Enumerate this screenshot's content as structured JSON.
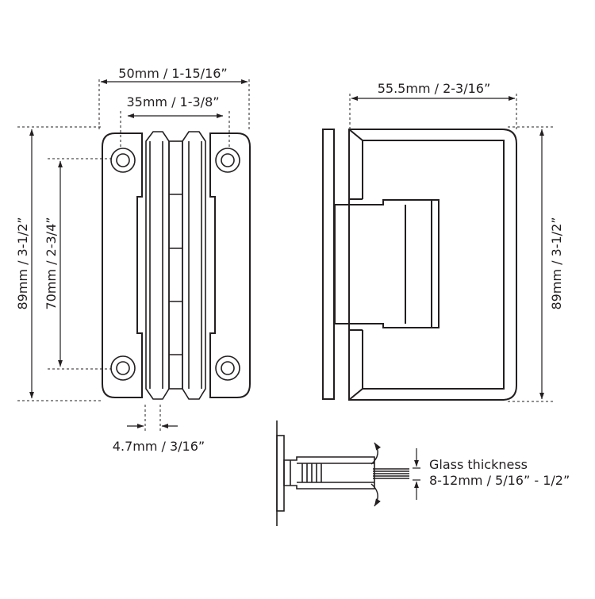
{
  "front_view": {
    "overall_width": "50mm / 1-15/16”",
    "hole_spacing_width": "35mm / 1-3/8”",
    "overall_height": "89mm / 3-1/2”",
    "hole_spacing_height": "70mm / 2-3/4”",
    "gap_width": "4.7mm / 3/16”"
  },
  "side_view": {
    "depth": "55.5mm / 2-3/16”",
    "overall_height": "89mm / 3-1/2”"
  },
  "top_view": {
    "glass_thickness_label": "Glass thickness",
    "glass_thickness_range": "8-12mm / 5/16” - 1/2”"
  },
  "colors": {
    "line": "#231f20",
    "background": "#ffffff"
  }
}
